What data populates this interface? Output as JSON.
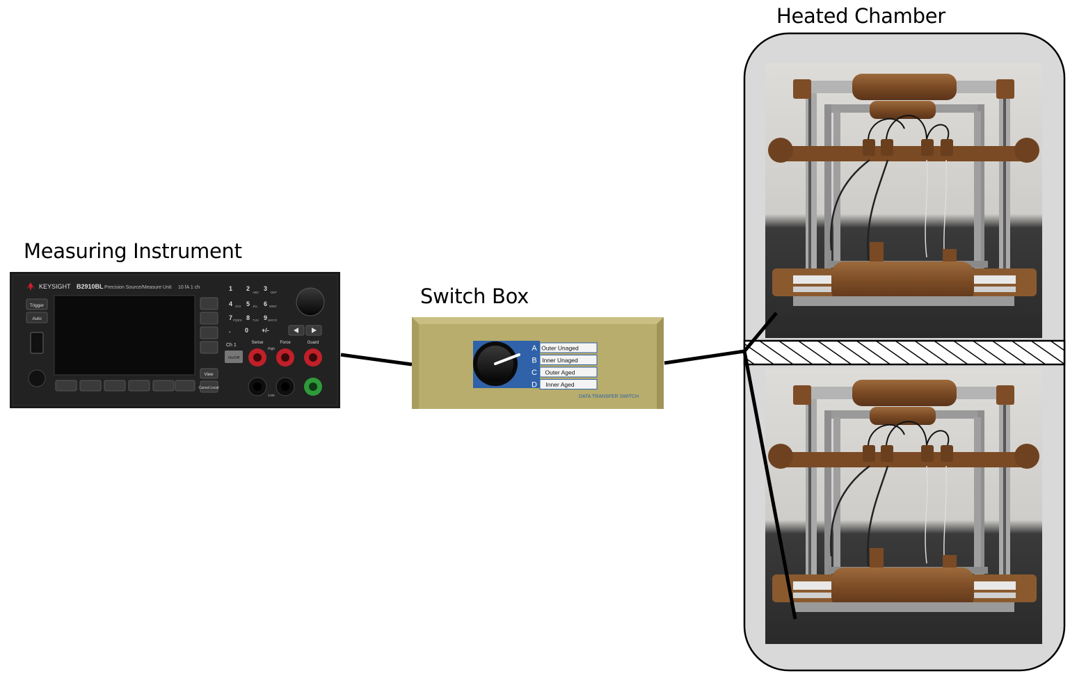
{
  "labels": {
    "measuring_instrument": "Measuring Instrument",
    "switch_box": "Switch Box",
    "heated_chamber": "Heated Chamber"
  },
  "instrument": {
    "brand": "KEYSIGHT",
    "model": "B2910BL",
    "description": "Precision Source/Measure Unit",
    "spec": "10 fA  1 ch",
    "left_buttons": [
      "Trigger",
      "Auto"
    ],
    "right_buttons": [
      "View",
      "Cancel Local"
    ],
    "keypad": [
      "1",
      "2",
      "3",
      "4",
      "5",
      "6",
      "7",
      "8",
      "9",
      ".",
      "0",
      "+/-"
    ],
    "keypad_sub": [
      "",
      "ABC",
      "DEF",
      "GHI",
      "JKL",
      "MNO",
      "PQRS",
      "TUV",
      "WXYZ",
      "",
      "",
      ""
    ],
    "channel": "Ch 1",
    "on_off": "On/Off",
    "terminals": [
      "Sense",
      "Force",
      "Guard"
    ],
    "terminal_high": "High",
    "terminal_low": "Low"
  },
  "switch": {
    "rows": [
      {
        "letter": "A",
        "label": "Outer Unaged"
      },
      {
        "letter": "B",
        "label": "Inner Unaged"
      },
      {
        "letter": "C",
        "label": "Outer Aged"
      },
      {
        "letter": "D",
        "label": "Inner Aged"
      }
    ],
    "footer": "DATA TRANSFER SWITCH"
  },
  "colors": {
    "chamber_fill": "#d9d9d9",
    "switch_body": "#b8ad6c",
    "instrument_body": "#1b1b1b",
    "frame_brown": "#7a4a24",
    "terminal_red": "#c0202a",
    "terminal_green": "#2e9a3a"
  }
}
